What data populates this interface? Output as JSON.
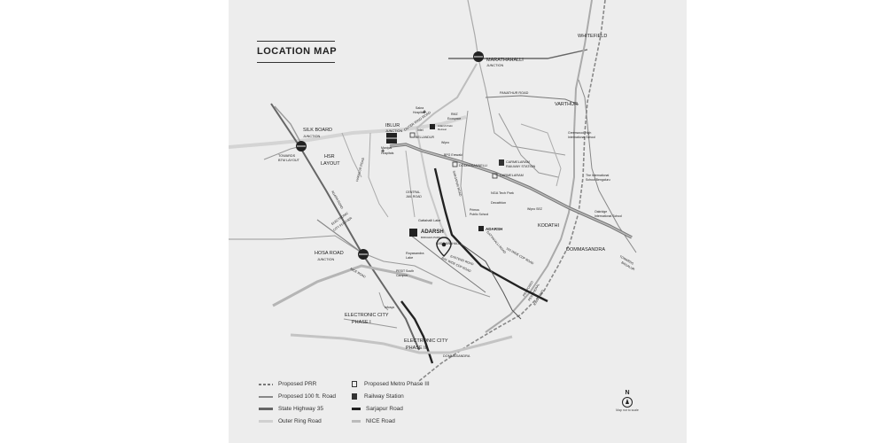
{
  "title": "LOCATION MAP",
  "places": {
    "whitefield": "WHITEFIELD",
    "marathahalli": "MARATHAHALLI",
    "marathahalli_sub": "JUNCTION",
    "varthur": "VARTHUR",
    "panathur_road": "PANATHUR ROAD",
    "silk_board": "SILK BOARD",
    "silk_board_sub": "JUNCTION",
    "towards_btm": "TOWARDS",
    "towards_btm_2": "BTM LAYOUT",
    "hsr": "HSR",
    "hsr_2": "LAYOUT",
    "iblur": "IBLUR",
    "iblur_sub": "JUNCTION",
    "outer_ring_road": "OUTER RING ROAD",
    "sakra": "Sakra",
    "sakra_2": "Hospital",
    "intel": "Intel",
    "rmz": "RMZ",
    "rmz_2": "Ecospace",
    "adarsh_palm": "Adarsh Palm",
    "adarsh_palm_2": "Retreat",
    "bellandur": "BELLANDUR",
    "wipro_top": "Wipro",
    "manipal": "Manipal",
    "manipal_2": "Hospitals",
    "bpg": "BPG Erewaki",
    "doddakanneli": "DODDAKANNELLI",
    "carmelaram_station": "CARMELARAM",
    "carmelaram_station_2": "RAILWAY STATION",
    "carmelaram": "CARMELARAM",
    "greenwood": "Greenwood High",
    "greenwood_2": "International School",
    "intl_school": "The International",
    "intl_school_2": "School Bengaluru",
    "oakridge": "Oakridge",
    "oakridge_2": "International School",
    "harlur_road": "HARALUR ROAD",
    "central_jail": "CENTRAL",
    "central_jail_2": "JAIL ROAD",
    "agara_road": "AGARA ROAD",
    "sarjapur_road": "SARJAPUR ROAD",
    "nga_tech": "NGA Tech Park",
    "decathlon": "Decathlon",
    "wipro_sez": "Wipro SEZ",
    "primus": "Primus",
    "primus_2": "Public School",
    "gattahalli_lake": "Gattahalli Lake",
    "adarsh_main": "ADARSH",
    "adarsh_main_sub": "BIRCHES PARK",
    "adarsh_right": "ADARSH",
    "kodathi": "KODATHI",
    "electronic_city_flyover": "ELECTRONIC",
    "electronic_city_flyover_2": "CITY FLYOVER",
    "hosa_road": "HOSA ROAD",
    "hosa_road_sub": "JUNCTION",
    "royasandra": "Royasandra",
    "royasandra_2": "Lake",
    "kasavanahalli": "KASAVANAHALLI",
    "eastend_road": "EASTEND ROAD",
    "ray_wide": "RAY WIDE CDP ROAD",
    "pesit": "PESIT South",
    "pesit_2": "Campus",
    "wide_cdp": "100 WIDE CDP ROAD",
    "gattahalli_road": "GATTAHALLI ROAD",
    "dommasandra": "DOMMASANDRA",
    "towards_bagalur": "TOWARDS",
    "towards_bagalur_2": "BAGALUR",
    "proposed_peripheral": "PROPOSED",
    "proposed_peripheral_2": "PERIPHERAL",
    "proposed_peripheral_3": "RING ROAD",
    "nice_road": "NICE ROAD",
    "infosys": "Infosys",
    "ec1": "ELECTRONIC CITY",
    "ec1_2": "PHASE  I",
    "ec2": "ELECTRONIC CITY",
    "ec2_2": "PHASE II",
    "dommasandra_bottom": "DOMMASANDRA"
  },
  "legend": {
    "col1": [
      "Proposed PRR",
      "Proposed 100 ft. Road",
      "State Highway 35",
      "Outer Ring Road"
    ],
    "col2": [
      "Proposed Metro Phase III",
      "Railway Station",
      "Sarjapur Road",
      "NICE Road"
    ]
  },
  "north": {
    "letter": "N",
    "note": "Map not to scale"
  },
  "colors": {
    "background": "#ededed",
    "sarjapur_road": "#222222",
    "ring_road": "#c8c8c8",
    "highway": "#777777",
    "nice_road": "#aaaaaa",
    "accent_dark": "#333333"
  }
}
